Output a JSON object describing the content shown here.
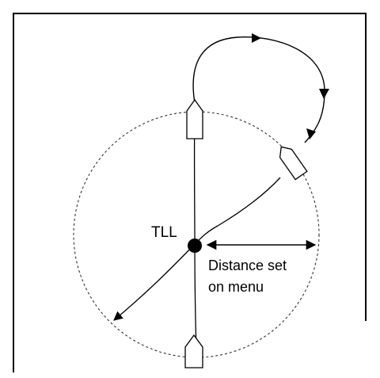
{
  "diagram": {
    "tll_label": "TLL",
    "distance_label_line1": "Distance set",
    "distance_label_line2": "on menu"
  }
}
